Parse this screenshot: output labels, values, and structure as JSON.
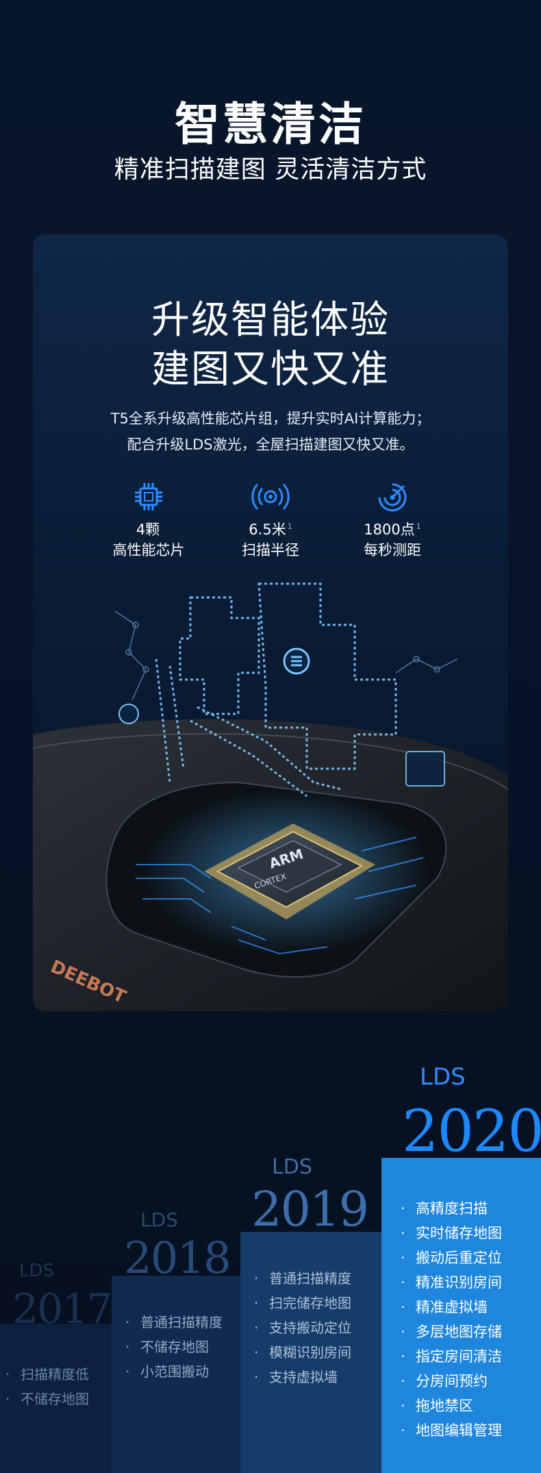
{
  "hero": {
    "title": "智慧清洁",
    "subtitle": "精准扫描建图 灵活清洁方式"
  },
  "card": {
    "title_line1": "升级智能体验",
    "title_line2": "建图又快又准",
    "desc_line1": "T5全系升级高性能芯片组，提升实时AI计算能力；",
    "desc_line2": "配合升级LDS激光，全屋扫描建图又快又准。",
    "stats": [
      {
        "icon": "chip-icon",
        "value": "4颗",
        "note": "",
        "label": "高性能芯片"
      },
      {
        "icon": "signal-icon",
        "value": "6.5米",
        "note": "1",
        "label": "扫描半径"
      },
      {
        "icon": "radar-icon",
        "value": "1800点",
        "note": "1",
        "label": "每秒测距"
      }
    ],
    "illustration": {
      "brand": "DEEBOT",
      "chip_brand": "ARM",
      "chip_model": "CORTEX"
    }
  },
  "timeline": [
    {
      "lds": "LDS",
      "year": "2017",
      "features": [
        "扫描精度低",
        "不储存地图"
      ],
      "color": "#0c2040"
    },
    {
      "lds": "LDS",
      "year": "2018",
      "features": [
        "普通扫描精度",
        "不储存地图",
        "小范围搬动"
      ],
      "color": "#102a50"
    },
    {
      "lds": "LDS",
      "year": "2019",
      "features": [
        "普通扫描精度",
        "扫完储存地图",
        "支持搬动定位",
        "模糊识别房间",
        "支持虚拟墙"
      ],
      "color": "#163c6a"
    },
    {
      "lds": "LDS",
      "year": "2020",
      "features": [
        "高精度扫描",
        "实时储存地图",
        "搬动后重定位",
        "精准识别房间",
        "精准虚拟墙",
        "多层地图存储",
        "指定房间清洁",
        "分房间预约",
        "拖地禁区",
        "地图编辑管理"
      ],
      "color": "#1f86de"
    }
  ]
}
